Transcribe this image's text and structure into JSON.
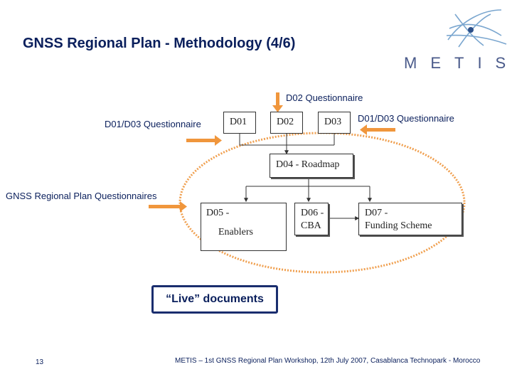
{
  "slide": {
    "title": "GNSS Regional Plan - Methodology (4/6)",
    "logo_text": "METIS",
    "labels": {
      "d02_questionnaire": "D02 Questionnaire",
      "d01_d03_left": "D01/D03 Questionnaire",
      "d01_d03_right": "D01/D03 Questionnaire",
      "regional_questionnaires": "GNSS Regional Plan Questionnaires"
    },
    "boxes": {
      "d01": "D01",
      "d02": "D02",
      "d03": "D03",
      "d04": "D04 - Roadmap",
      "d05_line1": "D05 -",
      "d05_line2": "Enablers",
      "d06_line1": "D06 -",
      "d06_line2": "CBA",
      "d07_line1": "D07 -",
      "d07_line2": "Funding Scheme"
    },
    "live_documents": "“Live” documents",
    "page_number": "13",
    "footer": "METIS – 1st GNSS Regional Plan Workshop, 12th July 2007, Casablanca Technopark - Morocco"
  },
  "colors": {
    "title": "#0a1f5c",
    "arrow_orange": "#f0963c",
    "ellipse_dots": "#f0a050",
    "live_border": "#1a2d6e",
    "logo": "#4a5a8a"
  }
}
